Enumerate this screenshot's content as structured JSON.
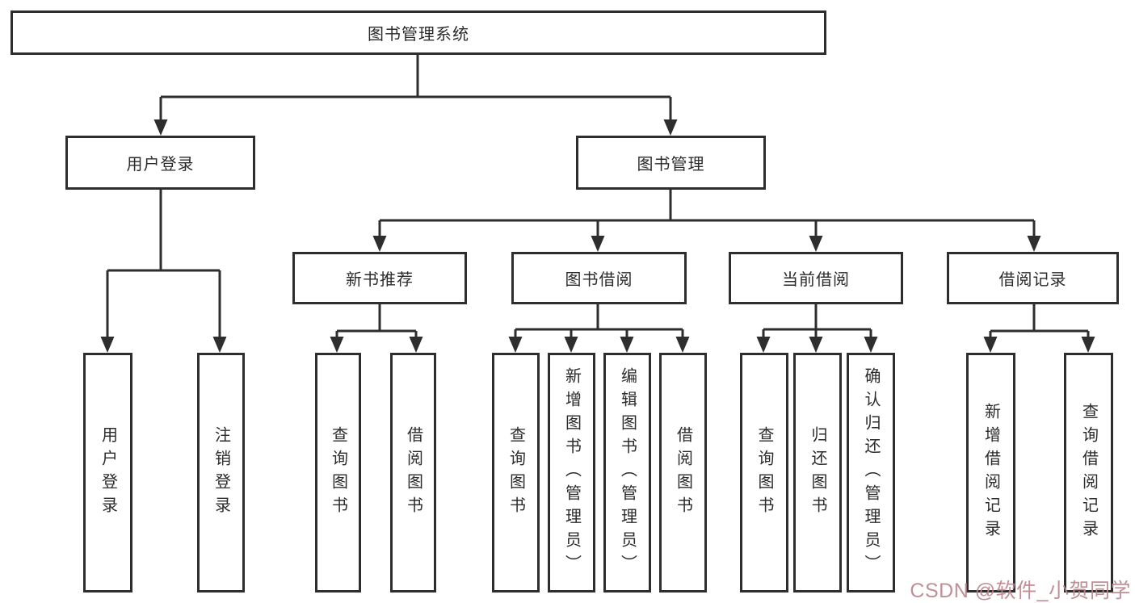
{
  "tree": {
    "root": {
      "label": "图书管理系统"
    },
    "branches": [
      {
        "label": "用户登录",
        "children": [
          {
            "label": "用户登录"
          },
          {
            "label": "注销登录"
          }
        ]
      },
      {
        "label": "图书管理",
        "children": [
          {
            "label": "新书推荐",
            "children": [
              {
                "label": "查询图书"
              },
              {
                "label": "借阅图书"
              }
            ]
          },
          {
            "label": "图书借阅",
            "children": [
              {
                "label": "查询图书"
              },
              {
                "label": "新增图书（管理员）"
              },
              {
                "label": "编辑图书（管理员）"
              },
              {
                "label": "借阅图书"
              }
            ]
          },
          {
            "label": "当前借阅",
            "children": [
              {
                "label": "查询图书"
              },
              {
                "label": "归还图书"
              },
              {
                "label": "确认归还（管理员）"
              }
            ]
          },
          {
            "label": "借阅记录",
            "children": [
              {
                "label": "新增借阅记录"
              },
              {
                "label": "查询借阅记录"
              }
            ]
          }
        ]
      }
    ]
  },
  "watermark": {
    "text": "CSDN @软件_小贺同学"
  },
  "colors": {
    "line": "#2e2e2e",
    "box_border": "#2e2e2e",
    "text": "#2b2b2b",
    "watermark": "#bc868d",
    "background": "#ffffff"
  }
}
